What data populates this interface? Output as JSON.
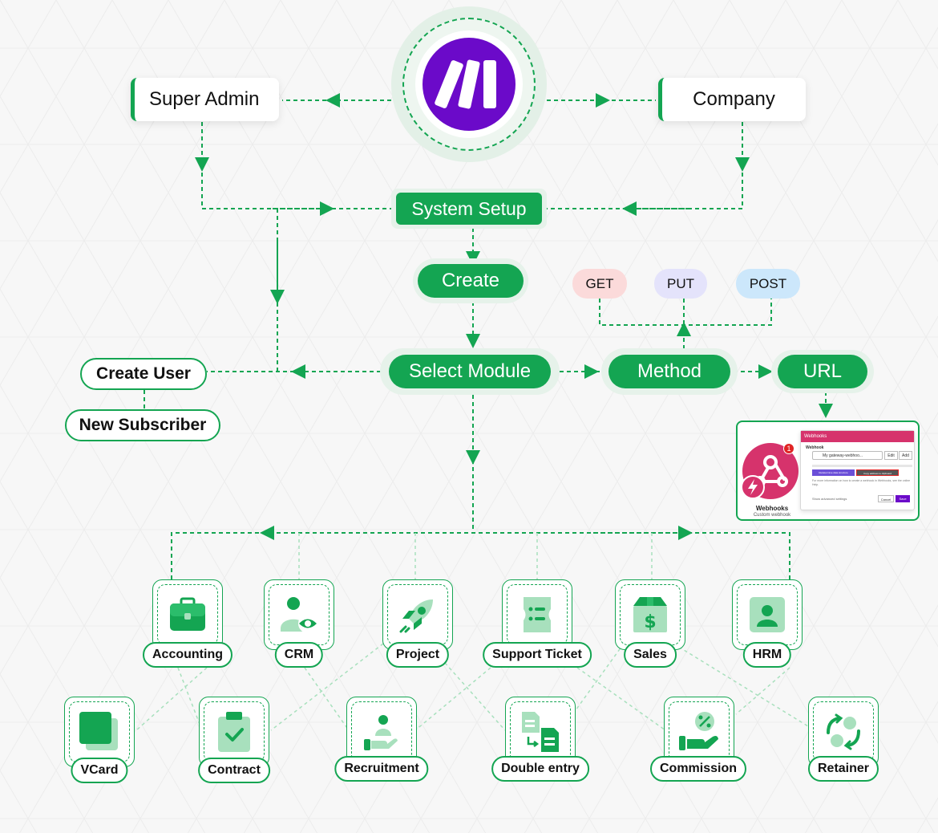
{
  "header": {
    "super_admin": "Super Admin",
    "company": "Company"
  },
  "flow": {
    "system_setup": "System Setup",
    "create": "Create",
    "select_module": "Select Module",
    "method": "Method",
    "url": "URL",
    "create_user": "Create User",
    "new_subscriber": "New Subscriber"
  },
  "methods": [
    "GET",
    "PUT",
    "POST"
  ],
  "webhook": {
    "panel_title": "Webhooks",
    "field_label": "Webhook",
    "selected": "My gateway-webhoo...",
    "edit": "Edit",
    "add": "Add",
    "determine_btn": "Redetermine data structure",
    "copy_btn": "Copy address to clipboard",
    "help_text": "For more information on how to create a webhook in Webhooks, see the online Help.",
    "advanced": "Show advanced settings",
    "cancel": "Cancel",
    "save": "Save",
    "name": "Webhooks",
    "sub": "Custom webhook",
    "badge_count": "1"
  },
  "modules_top": [
    "Accounting",
    "CRM",
    "Project",
    "Support Ticket",
    "Sales",
    "HRM"
  ],
  "modules_bottom": [
    "VCard",
    "Contract",
    "Recruitment",
    "Double entry",
    "Commission",
    "Retainer"
  ],
  "colors": {
    "green": "#14a552",
    "light_green": "#a8e0bd",
    "logo_purple": "#6b0ac9",
    "get_bg": "#fbdada",
    "put_bg": "#e4e3fb",
    "post_bg": "#cce7fb",
    "webhook_pink": "#d6336c"
  },
  "icons": {
    "accounting": "briefcase-icon",
    "crm": "user-eye-icon",
    "project": "rocket-icon",
    "support_ticket": "ticket-icon",
    "sales": "package-dollar-icon",
    "hrm": "id-card-icon",
    "vcard": "card-stack-icon",
    "contract": "clipboard-check-icon",
    "recruitment": "person-hand-icon",
    "double_entry": "documents-transfer-icon",
    "commission": "hand-percent-icon",
    "retainer": "cycle-icon"
  }
}
